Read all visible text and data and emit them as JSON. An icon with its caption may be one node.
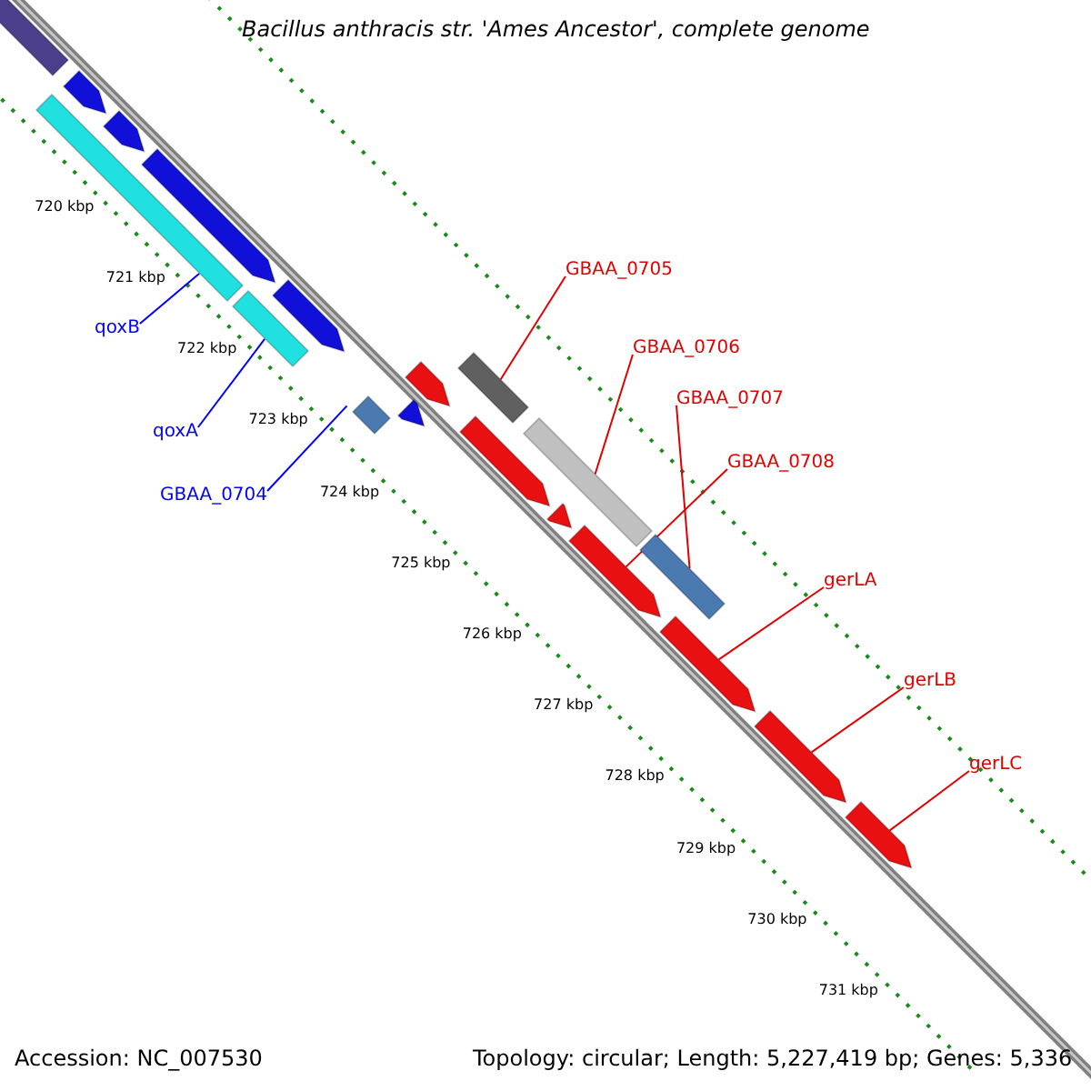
{
  "diagram": {
    "title": "Bacillus anthracis str. 'Ames Ancestor', complete genome",
    "nodes": [
      {
        "text": [],
        "shape": "bar"
      },
      {
        "text": [],
        "shape": "arrow"
      },
      {
        "text": [],
        "shape": "bar"
      },
      {
        "text": [],
        "shape": "arrow"
      },
      {
        "text": [],
        "shape": "arrow"
      },
      {
        "text": [],
        "shape": "bar"
      },
      {
        "text": [],
        "shape": "arrow"
      },
      {
        "text": [],
        "shape": "bar"
      },
      {
        "text": [],
        "shape": "arrow"
      },
      {
        "text": [],
        "shape": "arrow"
      },
      {
        "text": [],
        "shape": "bar"
      },
      {
        "text": [],
        "shape": "arrow"
      },
      {
        "text": [],
        "shape": "bar"
      },
      {
        "text": [],
        "shape": "arrow"
      },
      {
        "text": [],
        "shape": "bar"
      },
      {
        "text": [],
        "shape": "arrow"
      },
      {
        "text": [],
        "shape": "arrow"
      },
      {
        "text": [],
        "shape": "arrow"
      },
      {
        "text": [],
        "shape": "arrow"
      },
      {
        "text": [
          "qoxB"
        ]
      },
      {
        "text": [
          "qoxA"
        ]
      },
      {
        "text": [
          "GBAA_0704"
        ]
      },
      {
        "text": [
          "GBAA_0705"
        ]
      },
      {
        "text": [
          "GBAA_0706"
        ]
      },
      {
        "text": [
          "GBAA_0707"
        ]
      },
      {
        "text": [
          "GBAA_0708"
        ]
      },
      {
        "text": [
          "gerLA"
        ]
      },
      {
        "text": [
          "gerLB"
        ]
      },
      {
        "text": [
          "gerLC"
        ]
      }
    ],
    "edges": [
      {
        "from": 19,
        "to": 2,
        "arrow": "none",
        "color": "#0000ff"
      },
      {
        "from": 20,
        "to": 5,
        "arrow": "none",
        "color": "#0000ff"
      },
      {
        "from": 21,
        "to": 7,
        "arrow": "none",
        "color": "#0000ff"
      },
      {
        "from": 22,
        "to": 10,
        "arrow": "none"
      },
      {
        "from": 23,
        "to": 12,
        "arrow": "none"
      },
      {
        "from": 24,
        "to": 14,
        "arrow": "none"
      },
      {
        "from": 25,
        "to": 15,
        "arrow": "none"
      },
      {
        "from": 26,
        "to": 16,
        "arrow": "none"
      },
      {
        "from": 27,
        "to": 17,
        "arrow": "none"
      },
      {
        "from": 28,
        "to": 18,
        "arrow": "none"
      }
    ],
    "labels": [
      "720 kbp",
      "721 kbp",
      "722 kbp",
      "723 kbp",
      "724 kbp",
      "725 kbp",
      "726 kbp",
      "727 kbp",
      "728 kbp",
      "729 kbp",
      "730 kbp",
      "731 kbp",
      "Accession: NC_007530",
      "Topology: circular; Length: 5,227,419 bp; Genes: 5,336"
    ]
  }
}
